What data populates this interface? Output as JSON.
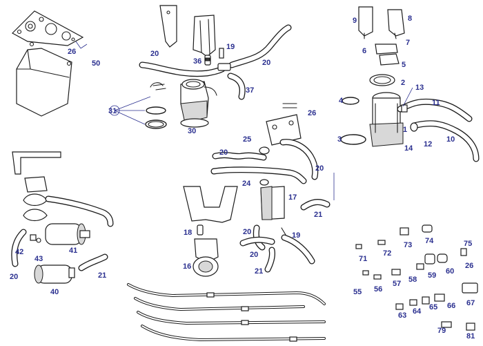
{
  "diagram": {
    "labels": [
      "50",
      "26",
      "20",
      "36",
      "19",
      "20",
      "37",
      "31",
      "30",
      "9",
      "8",
      "7",
      "6",
      "5",
      "2",
      "13",
      "4",
      "11",
      "1",
      "3",
      "14",
      "12",
      "10",
      "26",
      "25",
      "20",
      "20",
      "24",
      "17",
      "21",
      "20",
      "18",
      "19",
      "20",
      "21",
      "16",
      "42",
      "41",
      "43",
      "20",
      "40",
      "21",
      "71",
      "72",
      "73",
      "74",
      "75",
      "26",
      "55",
      "56",
      "57",
      "58",
      "59",
      "60",
      "63",
      "64",
      "65",
      "66",
      "67",
      "79",
      "81"
    ]
  }
}
